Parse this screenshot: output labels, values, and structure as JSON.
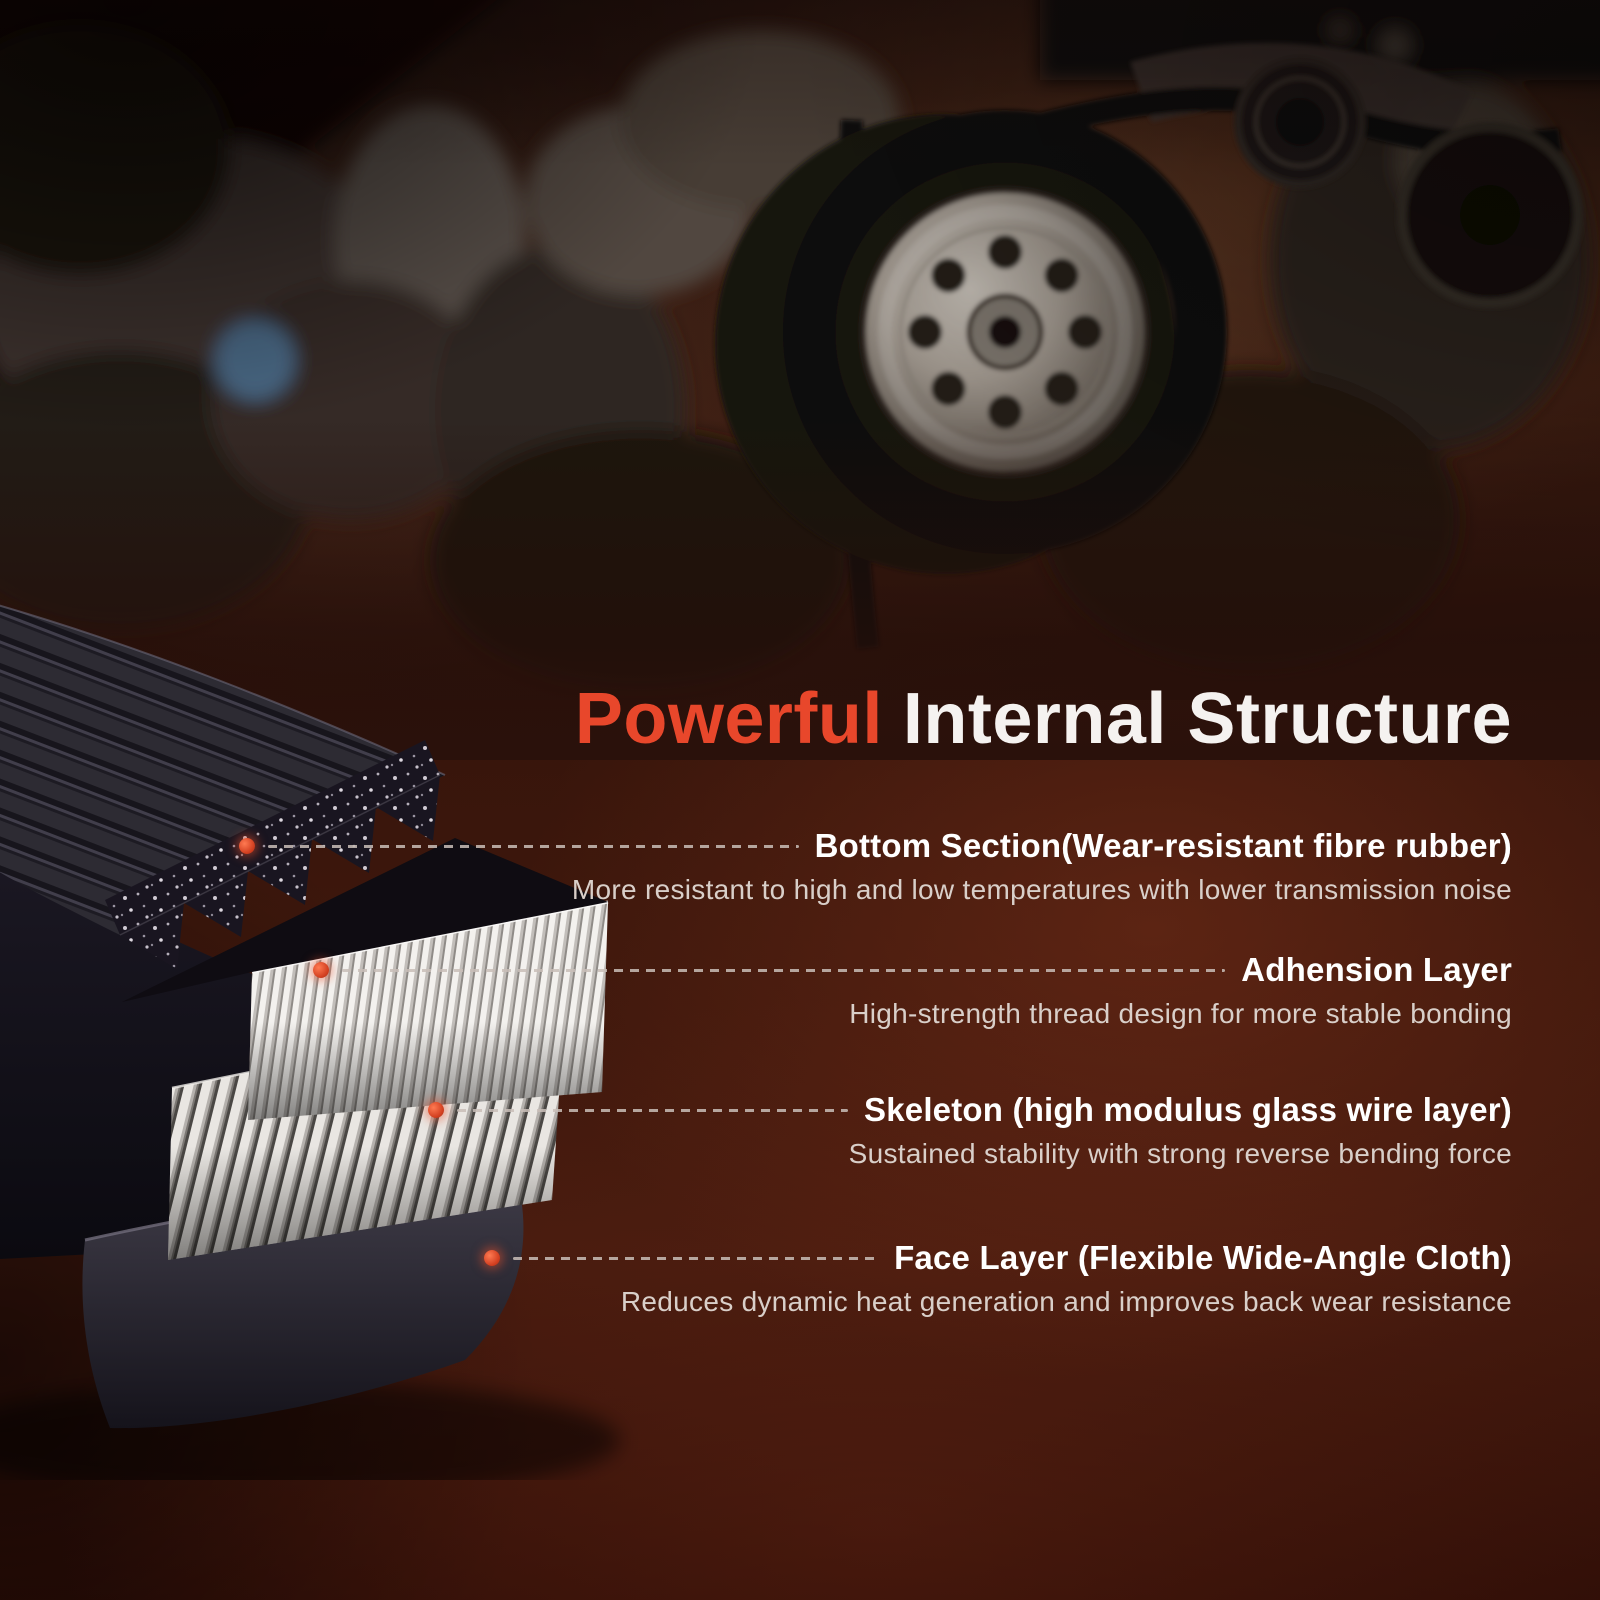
{
  "title": {
    "accent": "Powerful",
    "rest": "Internal Structure"
  },
  "callouts": [
    {
      "heading": "Bottom Section(Wear-resistant fibre rubber)",
      "description": "More resistant to high and low temperatures with lower transmission noise"
    },
    {
      "heading": "Adhension Layer",
      "description": "High-strength thread design for more stable bonding"
    },
    {
      "heading": "Skeleton (high modulus glass wire layer)",
      "description": "Sustained stability with strong reverse bending force"
    },
    {
      "heading": "Face Layer (Flexible Wide-Angle Cloth)",
      "description": "Reduces dynamic heat generation and improves back wear resistance"
    }
  ],
  "diagram": {
    "subject": "drive-belt-cutaway",
    "layers": [
      "ribbed-rubber-bottom-section",
      "adhension-layer",
      "glass-wire-skeleton",
      "face-cloth-layer"
    ]
  },
  "photo": {
    "subject": "engine-with-serpentine-belt-and-pulley"
  },
  "colors": {
    "accent": "#e8472b",
    "callout_dot": "#e04a2b",
    "leader_dash": "#c9beb8",
    "heading_text": "#ffffff",
    "description_text": "#d9cfc9",
    "background": "#2a110b"
  }
}
